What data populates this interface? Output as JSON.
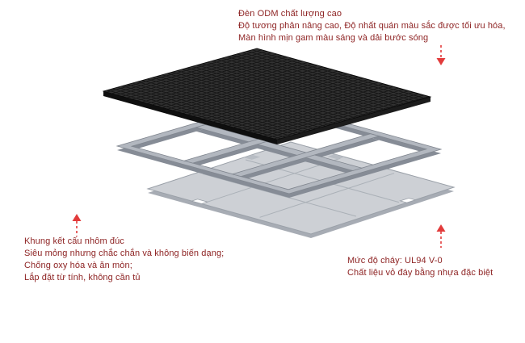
{
  "colors": {
    "background": "#ffffff",
    "annotation_text": "#8e2424",
    "arrow": "#e23b3b",
    "screen_dark": "#2f2f2f",
    "frame_gray": "#b2b7bf",
    "shell_gray": "#cdd0d5"
  },
  "annotations": {
    "top": {
      "lines": [
        "Đèn ODM chất lượng cao",
        "Độ tương phản nâng cao, Độ nhất quán màu sắc được tối ưu hóa,",
        "Màn hình mịn gam màu sáng và dải bước sóng"
      ]
    },
    "bottom_left": {
      "lines": [
        "Khung kết cấu nhôm đúc",
        "Siêu mỏng nhưng chắc chắn và không biến dạng;",
        "Chống oxy hóa và ăn mòn;",
        "Lắp đặt từ tính, không cần tủ"
      ]
    },
    "bottom_right": {
      "lines": [
        "Mức độ cháy: UL94 V-0",
        "Chất liệu vỏ đáy bằng nhựa đặc biệt"
      ]
    }
  }
}
